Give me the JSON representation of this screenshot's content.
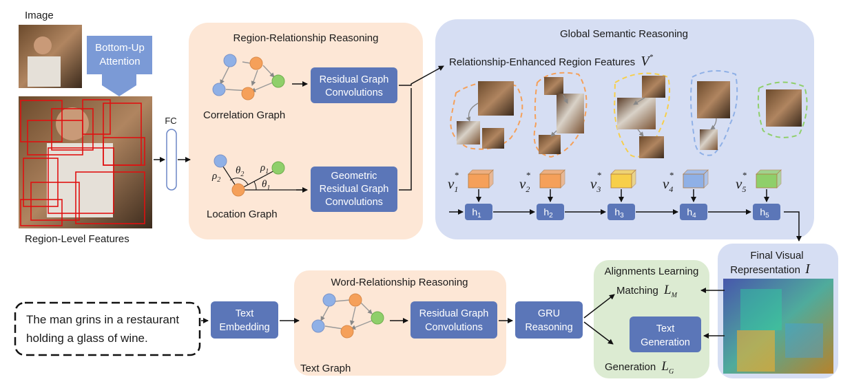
{
  "image_label": "Image",
  "bottom_up": [
    "Bottom-Up",
    "Attention"
  ],
  "region_features_label": "Region-Level Features",
  "fc_label": "FC",
  "region_panel": {
    "title": "Region-Relationship Reasoning",
    "correlation_graph_label": "Correlation Graph",
    "location_graph_label": "Location Graph",
    "residual_gcn": [
      "Residual Graph",
      "Convolutions"
    ],
    "geometric_gcn": [
      "Geometric",
      "Residual Graph",
      "Convolutions"
    ],
    "symbols": {
      "rho1": "ρ",
      "sub1": "1",
      "rho2": "ρ",
      "sub2": "2",
      "theta1": "θ",
      "theta2": "θ"
    }
  },
  "global_panel": {
    "title": "Global Semantic Reasoning",
    "enhanced_label": "Relationship-Enhanced Region Features",
    "enhanced_symbol": "V",
    "enhanced_sup": "*",
    "features": [
      {
        "v": "v",
        "sub": "1",
        "sup": "*",
        "color": "#f5a05a",
        "h": "h",
        "hsub": "1"
      },
      {
        "v": "v",
        "sub": "2",
        "sup": "*",
        "color": "#f5a05a",
        "h": "h",
        "hsub": "2"
      },
      {
        "v": "v",
        "sub": "3",
        "sup": "*",
        "color": "#f7cf4a",
        "h": "h",
        "hsub": "3"
      },
      {
        "v": "v",
        "sub": "4",
        "sup": "*",
        "color": "#8fb0e6",
        "h": "h",
        "hsub": "4"
      },
      {
        "v": "v",
        "sub": "5",
        "sup": "*",
        "color": "#8fcf6a",
        "h": "h",
        "hsub": "5"
      }
    ]
  },
  "final_visual": {
    "line1": "Final Visual",
    "line2": "Representation",
    "symbol": "I"
  },
  "alignments": {
    "title": "Alignments Learning",
    "matching": "Matching",
    "matching_symbol": "L",
    "matching_sub": "M",
    "text_generation": [
      "Text",
      "Generation"
    ],
    "generation": "Generation",
    "generation_symbol": "L",
    "generation_sub": "G"
  },
  "caption": [
    "The man grins in a restaurant",
    "holding a glass of wine."
  ],
  "text_embedding": [
    "Text",
    "Embedding"
  ],
  "word_panel": {
    "title": "Word-Relationship Reasoning",
    "graph_label": "Text Graph",
    "residual_gcn": [
      "Residual Graph",
      "Convolutions"
    ]
  },
  "gru": [
    "GRU",
    "Reasoning"
  ],
  "colors": {
    "box": "#5b76b8",
    "peach": "#fde7d6",
    "lavender": "#d6def3",
    "green_panel": "#dcebd2",
    "node_blue": "#8fb0e6",
    "node_orange": "#f5a05a",
    "node_green": "#8fcf6a"
  }
}
